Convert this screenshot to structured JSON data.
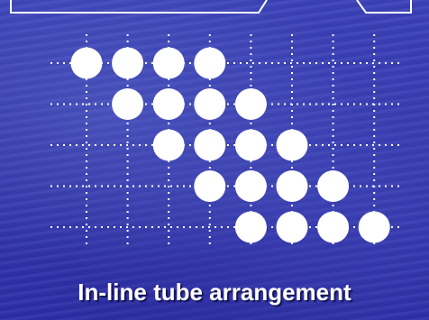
{
  "caption": "In-line tube arrangement",
  "colors": {
    "background": "#3a3fb4",
    "tube": "#ffffff",
    "gridline": "#ffffff",
    "frame": "#ffffff"
  },
  "diagram": {
    "grid_rows": 5,
    "grid_cols": 8,
    "tubes": [
      [
        0,
        1,
        2,
        3
      ],
      [
        1,
        2,
        3,
        4
      ],
      [
        2,
        3,
        4,
        5
      ],
      [
        3,
        4,
        5,
        6
      ],
      [
        4,
        5,
        6,
        7
      ]
    ]
  }
}
